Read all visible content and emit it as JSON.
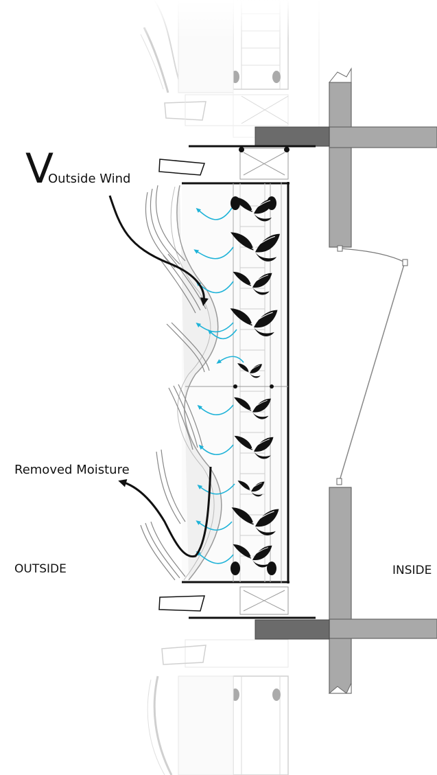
{
  "labels": {
    "wind_symbol": "V",
    "wind": "Outside Wind",
    "moisture": "Removed Moisture",
    "outside": "OUTSIDE",
    "inside": "INSIDE"
  },
  "colors": {
    "airflow": "#1fb3d8",
    "ink": "#111111",
    "structure": "#a9a9a9",
    "structure_dark": "#6b6b6b",
    "faded": "#d8d8d8"
  },
  "plants": {
    "count": 10,
    "icon": "leaf-icon"
  },
  "airflow": {
    "count": 11,
    "icon": "air-arrow-icon"
  }
}
